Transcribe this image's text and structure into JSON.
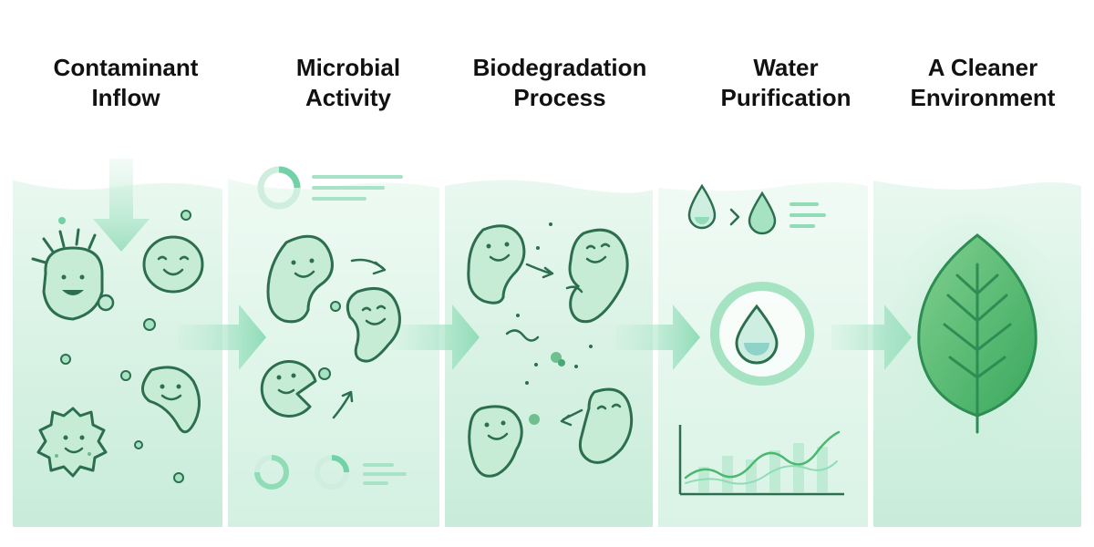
{
  "colors": {
    "outline": "#2c6e4e",
    "mint_light": "#e7f7ef",
    "mint_mid": "#cdeedd",
    "mint_fill": "#bfe9d2",
    "accent": "#72d1a6",
    "leaf": "#4cb86f",
    "leaf_dark": "#2e8d52"
  },
  "stages": [
    {
      "id": "contaminant-inflow",
      "title_lines": [
        "Contaminant",
        "Inflow"
      ]
    },
    {
      "id": "microbial-activity",
      "title_lines": [
        "Microbial",
        "Activity"
      ]
    },
    {
      "id": "biodegradation-process",
      "title_lines": [
        "Biodegradation",
        "Process"
      ]
    },
    {
      "id": "water-purification",
      "title_lines": [
        "Water",
        "Purification"
      ]
    },
    {
      "id": "cleaner-environment",
      "title_lines": [
        "A Cleaner",
        "Environment"
      ]
    }
  ],
  "icons": {
    "inflow": "down-arrow-icon",
    "activity": "progress-ring-icon",
    "purification": "water-drop-icon",
    "environment": "leaf-icon",
    "chart": "line-bar-chart-icon"
  }
}
